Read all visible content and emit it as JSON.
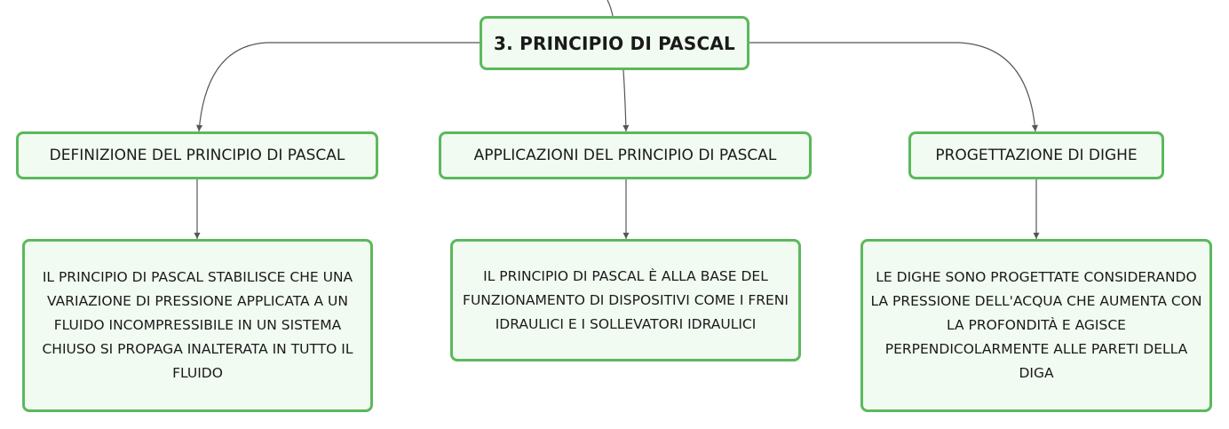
{
  "root": {
    "label": "3. PRINCIPIO DI PASCAL"
  },
  "topics": [
    {
      "label": "DEFINIZIONE DEL PRINCIPIO DI PASCAL",
      "detail": "IL PRINCIPIO DI PASCAL STABILISCE CHE UNA VARIAZIONE DI PRESSIONE APPLICATA A UN FLUIDO INCOMPRESSIBILE IN UN SISTEMA CHIUSO SI PROPAGA INALTERATA IN TUTTO IL FLUIDO"
    },
    {
      "label": "APPLICAZIONI DEL PRINCIPIO DI PASCAL",
      "detail": "IL PRINCIPIO DI PASCAL È ALLA BASE DEL FUNZIONAMENTO DI DISPOSITIVI COME I FRENI IDRAULICI E I SOLLEVATORI IDRAULICI"
    },
    {
      "label": "PROGETTAZIONE DI DIGHE",
      "detail": "LE DIGHE SONO PROGETTATE CONSIDERANDO LA PRESSIONE DELL'ACQUA CHE AUMENTA CON LA PROFONDITÀ E AGISCE PERPENDICOLARMENTE ALLE PARETI DELLA DIGA"
    }
  ],
  "colors": {
    "border": "#5cb85c",
    "fill": "#f1fbf1",
    "line": "#555555"
  }
}
